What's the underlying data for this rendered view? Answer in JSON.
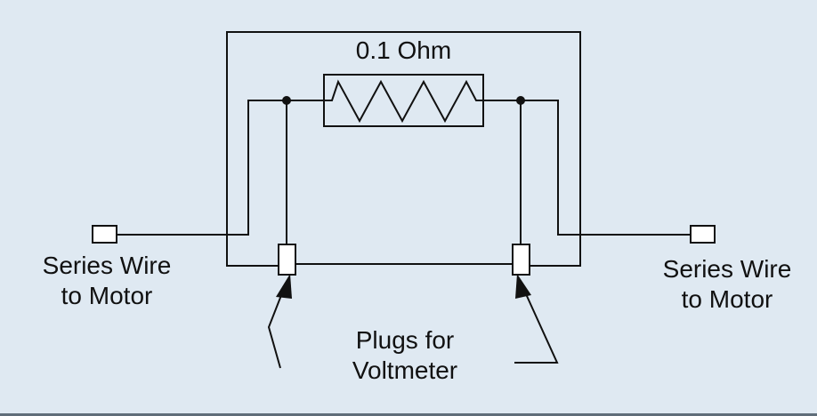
{
  "resistor": {
    "label": "0.1 Ohm"
  },
  "left_terminal": {
    "line1": "Series Wire",
    "line2": "to Motor"
  },
  "right_terminal": {
    "line1": "Series Wire",
    "line2": "to Motor"
  },
  "voltmeter": {
    "line1": "Plugs for",
    "line2": "Voltmeter"
  },
  "colors": {
    "background": "#dfe9f2",
    "line": "#111111",
    "plug_fill": "#ffffff",
    "bottom_border": "#5f6d79"
  }
}
